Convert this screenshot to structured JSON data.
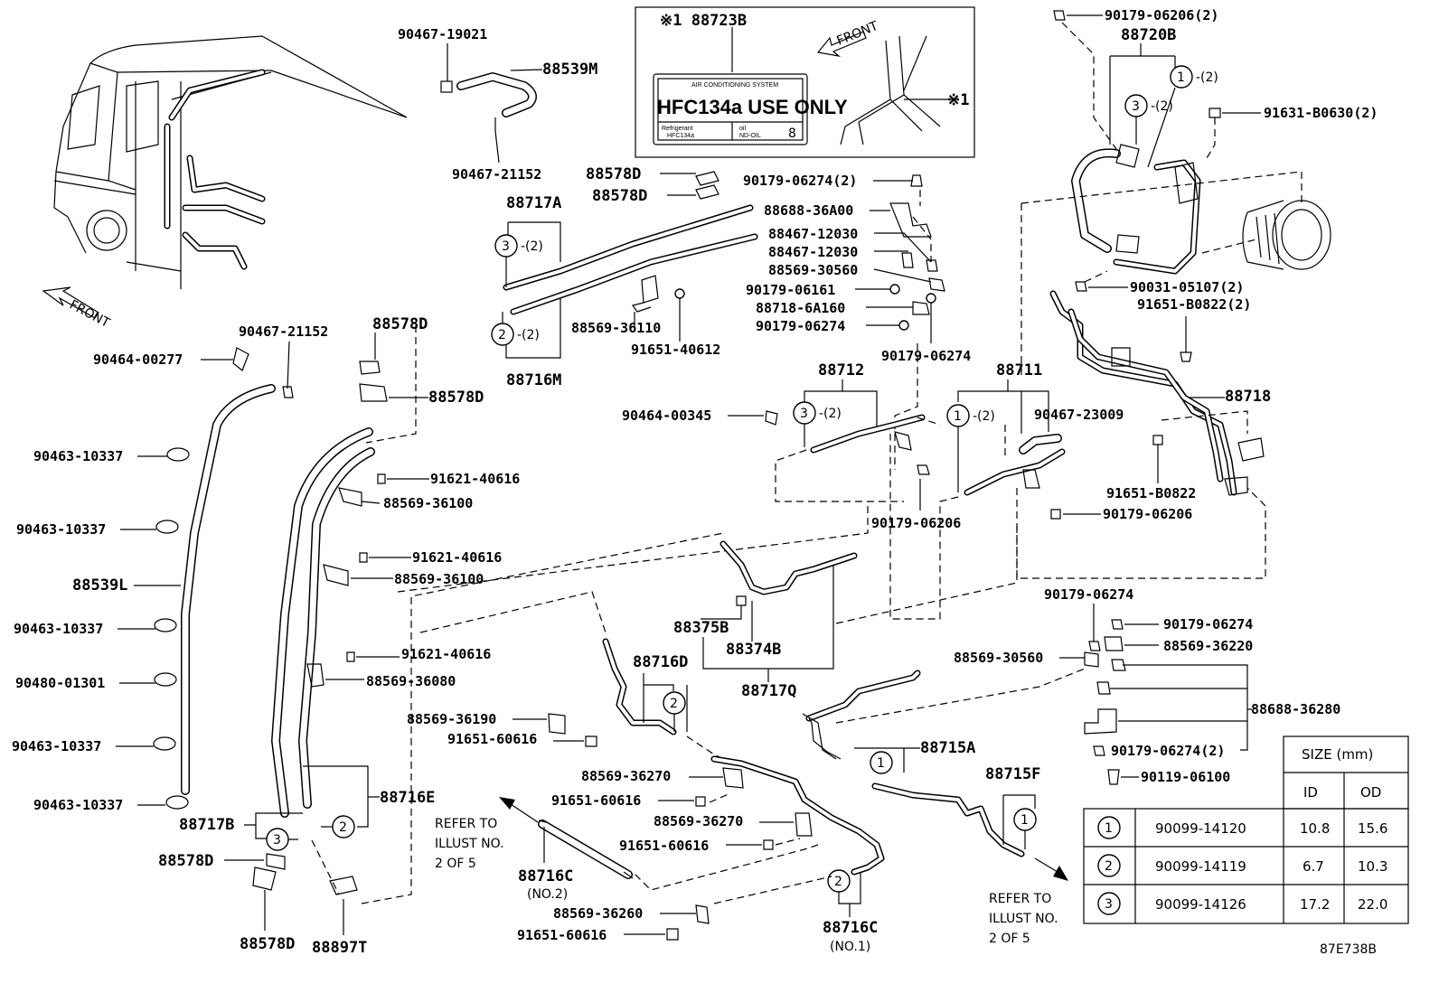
{
  "labels": {
    "p90467_19021": "90467-19021",
    "p88539M": "88539M",
    "p90467_21152_top": "90467-21152",
    "p88723B": "※1 88723B",
    "p88720B": "88720B",
    "p90179_06206_2_top": "90179-06206(2)",
    "p91631_B0630": "91631-B0630(2)",
    "p88578D_a": "88578D",
    "p88578D_b": "88578D",
    "p88717A": "88717A",
    "p90179_06274_2": "90179-06274(2)",
    "p88688_36A00": "88688-36A00",
    "p88467_12030_a": "88467-12030",
    "p88467_12030_b": "88467-12030",
    "p88569_30560_top": "88569-30560",
    "p90179_06161": "90179-06161",
    "p88718_6A160": "88718-6A160",
    "p90179_06274_mid": "90179-06274",
    "p90179_06274_mid2": "90179-06274",
    "p88569_36110": "88569-36110",
    "p91651_40612": "91651-40612",
    "p88716M": "88716M",
    "p90031_05107": "90031-05107(2)",
    "p91651_B0822_2": "91651-B0822(2)",
    "p88718": "88718",
    "p90467_21152_left": "90467-21152",
    "p88578D_left": "88578D",
    "p90464_00277": "90464-00277",
    "p88578D_c": "88578D",
    "p90463_10337_a": "90463-10337",
    "p90463_10337_b": "90463-10337",
    "p88539L": "88539L",
    "p90463_10337_c": "90463-10337",
    "p90480_01301": "90480-01301",
    "p90463_10337_d": "90463-10337",
    "p90463_10337_e": "90463-10337",
    "p91621_40616_a": "91621-40616",
    "p88569_36100_a": "88569-36100",
    "p91621_40616_b": "91621-40616",
    "p88569_36100_b": "88569-36100",
    "p91621_40616_c": "91621-40616",
    "p88569_36080": "88569-36080",
    "p88712": "88712",
    "p90464_00345": "90464-00345",
    "p88711": "88711",
    "p90467_23009": "90467-23009",
    "p90179_06206_mid": "90179-06206",
    "p91651_B0822": "91651-B0822",
    "p90179_06206_right": "90179-06206",
    "p88375B": "88375B",
    "p88374B": "88374B",
    "p88717Q": "88717Q",
    "p90179_06274_r1": "90179-06274",
    "p90179_06274_r2": "90179-06274",
    "p88569_36220": "88569-36220",
    "p88569_30560_r": "88569-30560",
    "p88688_36280": "88688-36280",
    "p90179_06274_2_r": "90179-06274(2)",
    "p90119_06100": "90119-06100",
    "p88716D": "88716D",
    "p88569_36190": "88569-36190",
    "p91651_60616_a": "91651-60616",
    "p88715A": "88715A",
    "p88569_36270_a": "88569-36270",
    "p91651_60616_b": "91651-60616",
    "p88569_36270_b": "88569-36270",
    "p91651_60616_c": "91651-60616",
    "p88715F": "88715F",
    "p88716C_2": "88716C",
    "p88716C_2_sub": "(NO.2)",
    "p88569_36260": "88569-36260",
    "p91651_60616_d": "91651-60616",
    "p88716C_1": "88716C",
    "p88716C_1_sub": "(NO.1)",
    "p88716E": "88716E",
    "p88717B": "88717B",
    "p88578D_d": "88578D",
    "p88578D_e": "88578D",
    "p88897T": "88897T",
    "q2": "-(2)",
    "q_circle1": "1",
    "q_circle2": "2",
    "q_circle3": "3"
  },
  "refer_left": [
    "REFER TO",
    "ILLUST NO.",
    "2 OF 5"
  ],
  "refer_right": [
    "REFER TO",
    "ILLUST NO.",
    "2 OF 5"
  ],
  "front_left": "FRONT",
  "front_box": "FRONT",
  "mark1": "※1",
  "label_sticker": {
    "header": "AIR CONDITIONING SYSTEM",
    "main": "HFC134a USE ONLY",
    "refrigerant": "Refrigerant",
    "refrigerant_type": "HFC134a",
    "oil": "oil",
    "oil_type": "ND-OIL",
    "oil_num": "8"
  },
  "size_table": {
    "title": "SIZE (mm)",
    "col_id": "ID",
    "col_od": "OD",
    "rows": [
      {
        "num": "1",
        "part": "90099-14120",
        "id": "10.8",
        "od": "15.6"
      },
      {
        "num": "2",
        "part": "90099-14119",
        "id": "6.7",
        "od": "10.3"
      },
      {
        "num": "3",
        "part": "90099-14126",
        "id": "17.2",
        "od": "22.0"
      }
    ]
  },
  "code": "87E738B"
}
